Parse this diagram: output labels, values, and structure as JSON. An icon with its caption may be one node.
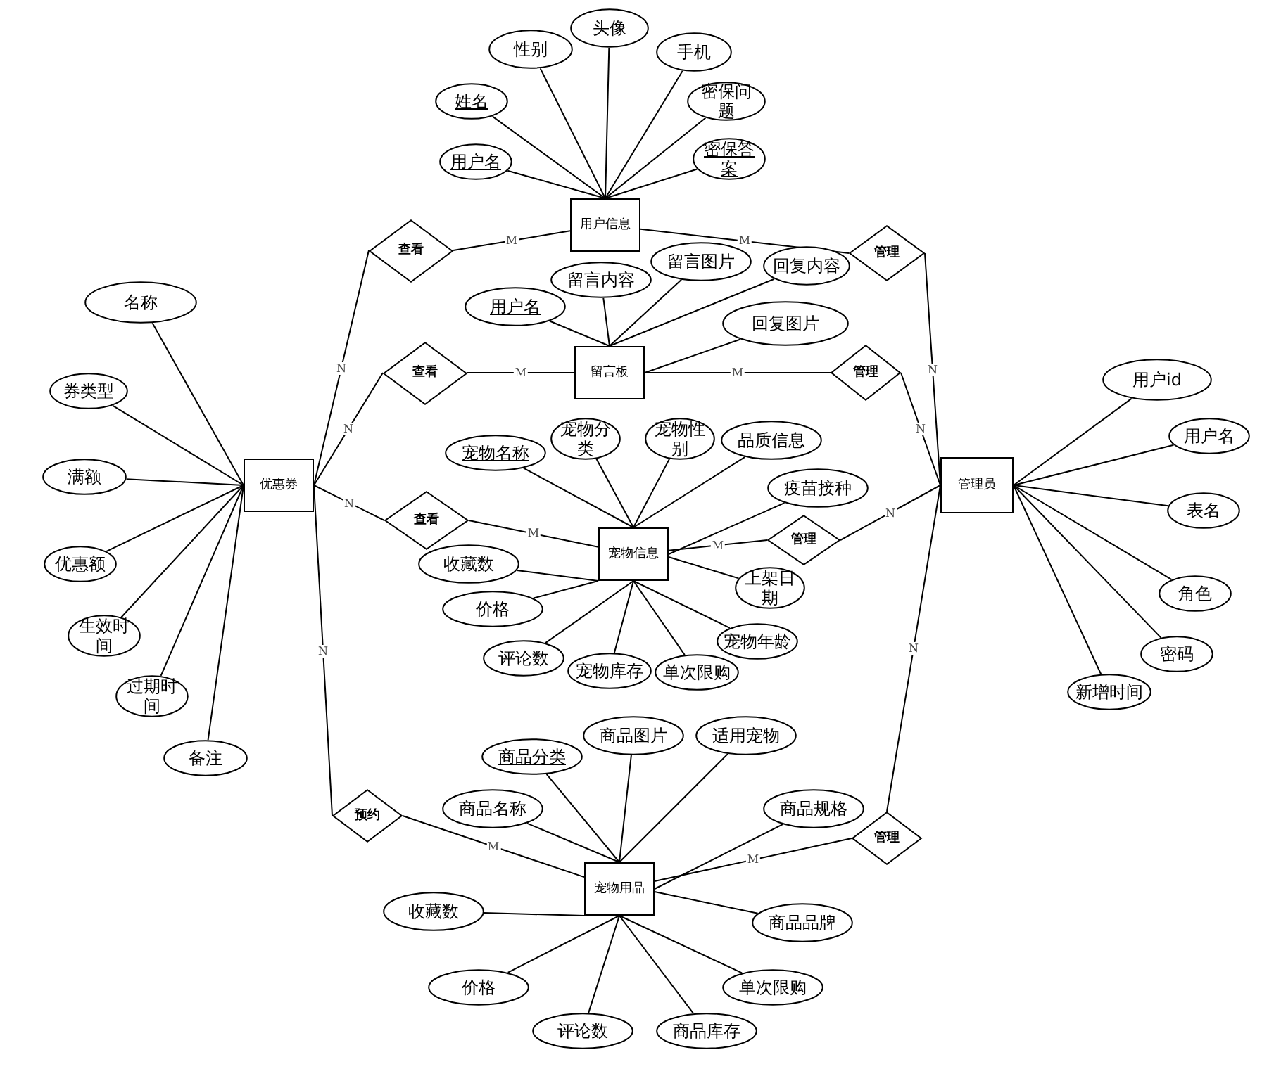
{
  "diagram": {
    "nodes": [
      {
        "text": [
          "用户信息"
        ]
      },
      {
        "text": [
          "用户名"
        ]
      },
      {
        "text": [
          "姓名"
        ]
      },
      {
        "text": [
          "性别"
        ]
      },
      {
        "text": [
          "头像"
        ]
      },
      {
        "text": [
          "手机"
        ]
      },
      {
        "text": [
          "密保问题"
        ]
      },
      {
        "text": [
          "密保答案"
        ]
      },
      {
        "text": [
          "查看"
        ]
      },
      {
        "text": [
          "管理"
        ]
      },
      {
        "text": [
          "留言板"
        ]
      },
      {
        "text": [
          "用户名"
        ]
      },
      {
        "text": [
          "留言内容"
        ]
      },
      {
        "text": [
          "留言图片"
        ]
      },
      {
        "text": [
          "回复内容"
        ]
      },
      {
        "text": [
          "回复图片"
        ]
      },
      {
        "text": [
          "查看"
        ]
      },
      {
        "text": [
          "管理"
        ]
      },
      {
        "text": [
          "优惠券"
        ]
      },
      {
        "text": [
          "名称"
        ]
      },
      {
        "text": [
          "券类型"
        ]
      },
      {
        "text": [
          "满额"
        ]
      },
      {
        "text": [
          "优惠额"
        ]
      },
      {
        "text": [
          "生效时间"
        ]
      },
      {
        "text": [
          "过期时间"
        ]
      },
      {
        "text": [
          "备注"
        ]
      },
      {
        "text": [
          "宠物信息"
        ]
      },
      {
        "text": [
          "宠物名称"
        ]
      },
      {
        "text": [
          "宠物分类"
        ]
      },
      {
        "text": [
          "宠物性别"
        ]
      },
      {
        "text": [
          "品质信息"
        ]
      },
      {
        "text": [
          "疫苗接种"
        ]
      },
      {
        "text": [
          "查看"
        ]
      },
      {
        "text": [
          "管理"
        ]
      },
      {
        "text": [
          "收藏数"
        ]
      },
      {
        "text": [
          "价格"
        ]
      },
      {
        "text": [
          "上架日期"
        ]
      },
      {
        "text": [
          "评论数"
        ]
      },
      {
        "text": [
          "宠物库存"
        ]
      },
      {
        "text": [
          "单次限购"
        ]
      },
      {
        "text": [
          "宠物年龄"
        ]
      },
      {
        "text": [
          "管理员"
        ]
      },
      {
        "text": [
          "用户id"
        ]
      },
      {
        "text": [
          "用户名"
        ]
      },
      {
        "text": [
          "表名"
        ]
      },
      {
        "text": [
          "角色"
        ]
      },
      {
        "text": [
          "密码"
        ]
      },
      {
        "text": [
          "新增时间"
        ]
      },
      {
        "text": [
          "预约"
        ]
      },
      {
        "text": [
          "管理"
        ]
      },
      {
        "text": [
          "宠物用品"
        ]
      },
      {
        "text": [
          "商品名称"
        ]
      },
      {
        "text": [
          "商品分类"
        ]
      },
      {
        "text": [
          "商品图片"
        ]
      },
      {
        "text": [
          "适用宠物"
        ]
      },
      {
        "text": [
          "商品规格"
        ]
      },
      {
        "text": [
          "收藏数"
        ]
      },
      {
        "text": [
          "商品品牌"
        ]
      },
      {
        "text": [
          "价格"
        ]
      },
      {
        "text": [
          "单次限购"
        ]
      },
      {
        "text": [
          "评论数"
        ]
      },
      {
        "text": [
          "商品库存"
        ]
      }
    ],
    "edges": [
      {
        "from": 0,
        "to": 1,
        "arrow": "none"
      },
      {
        "from": 0,
        "to": 2,
        "arrow": "none"
      },
      {
        "from": 0,
        "to": 3,
        "arrow": "none"
      },
      {
        "from": 0,
        "to": 4,
        "arrow": "none"
      },
      {
        "from": 0,
        "to": 5,
        "arrow": "none"
      },
      {
        "from": 0,
        "to": 6,
        "arrow": "none"
      },
      {
        "from": 0,
        "to": 7,
        "arrow": "none"
      },
      {
        "from": 10,
        "to": 11,
        "arrow": "none"
      },
      {
        "from": 10,
        "to": 12,
        "arrow": "none"
      },
      {
        "from": 10,
        "to": 13,
        "arrow": "none"
      },
      {
        "from": 10,
        "to": 14,
        "arrow": "none"
      },
      {
        "from": 10,
        "to": 15,
        "arrow": "none"
      },
      {
        "from": 18,
        "to": 19,
        "arrow": "none"
      },
      {
        "from": 18,
        "to": 20,
        "arrow": "none"
      },
      {
        "from": 18,
        "to": 21,
        "arrow": "none"
      },
      {
        "from": 18,
        "to": 22,
        "arrow": "none"
      },
      {
        "from": 18,
        "to": 23,
        "arrow": "none"
      },
      {
        "from": 18,
        "to": 24,
        "arrow": "none"
      },
      {
        "from": 18,
        "to": 25,
        "arrow": "none"
      },
      {
        "from": 26,
        "to": 27,
        "arrow": "none"
      },
      {
        "from": 26,
        "to": 28,
        "arrow": "none"
      },
      {
        "from": 26,
        "to": 29,
        "arrow": "none"
      },
      {
        "from": 26,
        "to": 30,
        "arrow": "none"
      },
      {
        "from": 26,
        "to": 31,
        "arrow": "none"
      },
      {
        "from": 26,
        "to": 34,
        "arrow": "none"
      },
      {
        "from": 26,
        "to": 35,
        "arrow": "none"
      },
      {
        "from": 26,
        "to": 36,
        "arrow": "none"
      },
      {
        "from": 26,
        "to": 37,
        "arrow": "none"
      },
      {
        "from": 26,
        "to": 38,
        "arrow": "none"
      },
      {
        "from": 26,
        "to": 39,
        "arrow": "none"
      },
      {
        "from": 26,
        "to": 40,
        "arrow": "none"
      },
      {
        "from": 41,
        "to": 42,
        "arrow": "none"
      },
      {
        "from": 41,
        "to": 43,
        "arrow": "none"
      },
      {
        "from": 41,
        "to": 44,
        "arrow": "none"
      },
      {
        "from": 41,
        "to": 45,
        "arrow": "none"
      },
      {
        "from": 41,
        "to": 46,
        "arrow": "none"
      },
      {
        "from": 41,
        "to": 47,
        "arrow": "none"
      },
      {
        "from": 50,
        "to": 51,
        "arrow": "none"
      },
      {
        "from": 50,
        "to": 52,
        "arrow": "none"
      },
      {
        "from": 50,
        "to": 53,
        "arrow": "none"
      },
      {
        "from": 50,
        "to": 54,
        "arrow": "none"
      },
      {
        "from": 50,
        "to": 55,
        "arrow": "none"
      },
      {
        "from": 50,
        "to": 56,
        "arrow": "none"
      },
      {
        "from": 50,
        "to": 57,
        "arrow": "none"
      },
      {
        "from": 50,
        "to": 58,
        "arrow": "none"
      },
      {
        "from": 50,
        "to": 60,
        "arrow": "none"
      },
      {
        "from": 50,
        "to": 61,
        "arrow": "none"
      },
      {
        "from": 50,
        "to": 59,
        "arrow": "none"
      },
      {
        "from": 18,
        "to": 8,
        "arrow": "none",
        "label": "N"
      },
      {
        "from": 8,
        "to": 0,
        "arrow": "none",
        "label": "M"
      },
      {
        "from": 0,
        "to": 9,
        "arrow": "none",
        "label": "M"
      },
      {
        "from": 9,
        "to": 41,
        "arrow": "none",
        "label": "N"
      },
      {
        "from": 18,
        "to": 16,
        "arrow": "none",
        "label": "N"
      },
      {
        "from": 16,
        "to": 10,
        "arrow": "none",
        "label": "M"
      },
      {
        "from": 10,
        "to": 17,
        "arrow": "none",
        "label": "M"
      },
      {
        "from": 17,
        "to": 41,
        "arrow": "none",
        "label": "N"
      },
      {
        "from": 18,
        "to": 32,
        "arrow": "none",
        "label": "N"
      },
      {
        "from": 32,
        "to": 26,
        "arrow": "none",
        "label": "M"
      },
      {
        "from": 26,
        "to": 33,
        "arrow": "none",
        "label": "M"
      },
      {
        "from": 33,
        "to": 41,
        "arrow": "none",
        "label": "N"
      },
      {
        "from": 18,
        "to": 48,
        "arrow": "none",
        "label": "N"
      },
      {
        "from": 48,
        "to": 50,
        "arrow": "none",
        "label": "M"
      },
      {
        "from": 50,
        "to": 49,
        "arrow": "none",
        "label": "M"
      },
      {
        "from": 49,
        "to": 41,
        "arrow": "none",
        "label": "N"
      }
    ]
  }
}
